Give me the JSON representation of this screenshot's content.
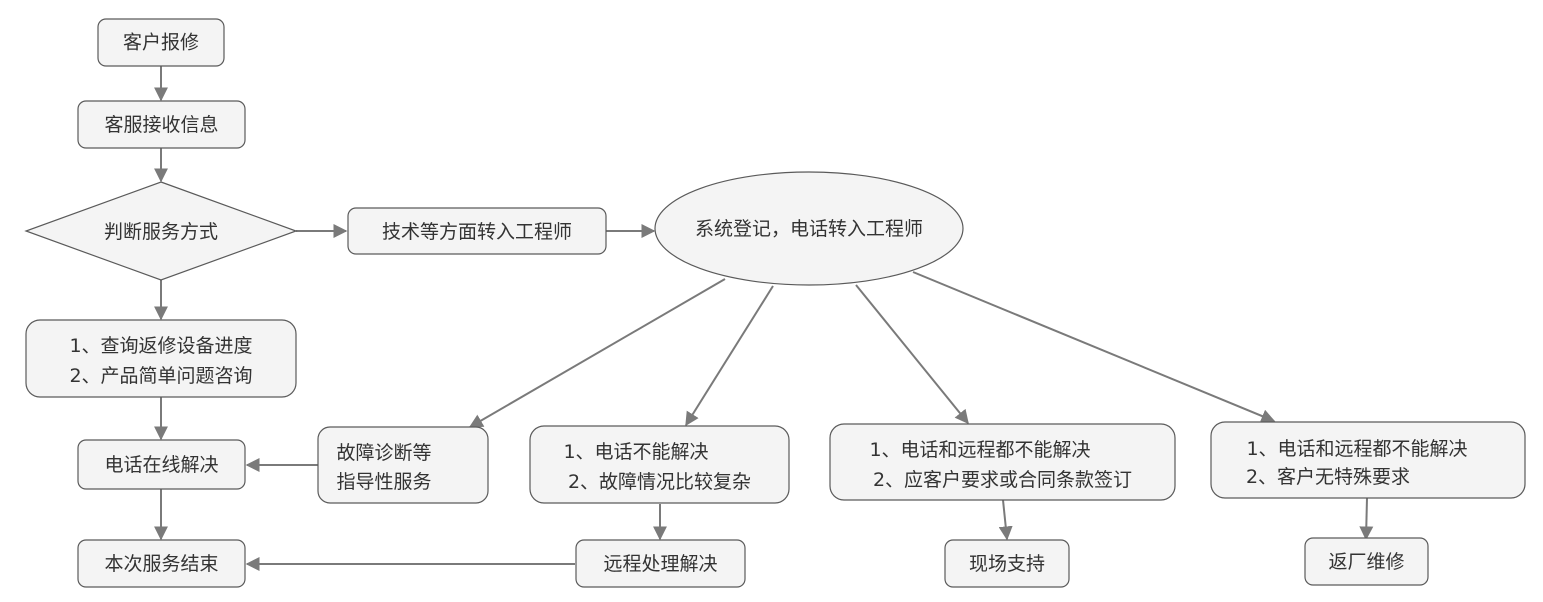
{
  "diagram": {
    "nodes": {
      "n1": {
        "lines": [
          "客户报修"
        ]
      },
      "n2": {
        "lines": [
          "客服接收信息"
        ]
      },
      "n3": {
        "lines": [
          "判断服务方式"
        ]
      },
      "n4": {
        "lines": [
          "技术等方面转入工程师"
        ]
      },
      "n5": {
        "lines": [
          "系统登记，电话转入工程师"
        ]
      },
      "n6": {
        "lines": [
          "1、查询返修设备进度",
          "2、产品简单问题咨询"
        ]
      },
      "n7": {
        "lines": [
          "电话在线解决"
        ]
      },
      "n8": {
        "lines": [
          "本次服务结束"
        ]
      },
      "n9": {
        "lines": [
          "故障诊断等",
          "指导性服务"
        ]
      },
      "n10": {
        "lines": [
          "1、电话不能解决",
          "2、故障情况比较复杂"
        ]
      },
      "n11": {
        "lines": [
          "远程处理解决"
        ]
      },
      "n12": {
        "lines": [
          "1、电话和远程都不能解决",
          "2、应客户要求或合同条款签订"
        ]
      },
      "n13": {
        "lines": [
          "现场支持"
        ]
      },
      "n14": {
        "lines": [
          "1、电话和远程都不能解决",
          "2、客户无特殊要求"
        ]
      },
      "n15": {
        "lines": [
          "返厂维修"
        ]
      }
    },
    "edges": [
      {
        "from": "n1",
        "to": "n2"
      },
      {
        "from": "n2",
        "to": "n3"
      },
      {
        "from": "n3",
        "to": "n4"
      },
      {
        "from": "n4",
        "to": "n5"
      },
      {
        "from": "n3",
        "to": "n6"
      },
      {
        "from": "n6",
        "to": "n7"
      },
      {
        "from": "n7",
        "to": "n8"
      },
      {
        "from": "n5",
        "to": "n9"
      },
      {
        "from": "n5",
        "to": "n10"
      },
      {
        "from": "n5",
        "to": "n12"
      },
      {
        "from": "n5",
        "to": "n14"
      },
      {
        "from": "n9",
        "to": "n7"
      },
      {
        "from": "n10",
        "to": "n11"
      },
      {
        "from": "n11",
        "to": "n8"
      },
      {
        "from": "n12",
        "to": "n13"
      },
      {
        "from": "n14",
        "to": "n15"
      }
    ]
  }
}
